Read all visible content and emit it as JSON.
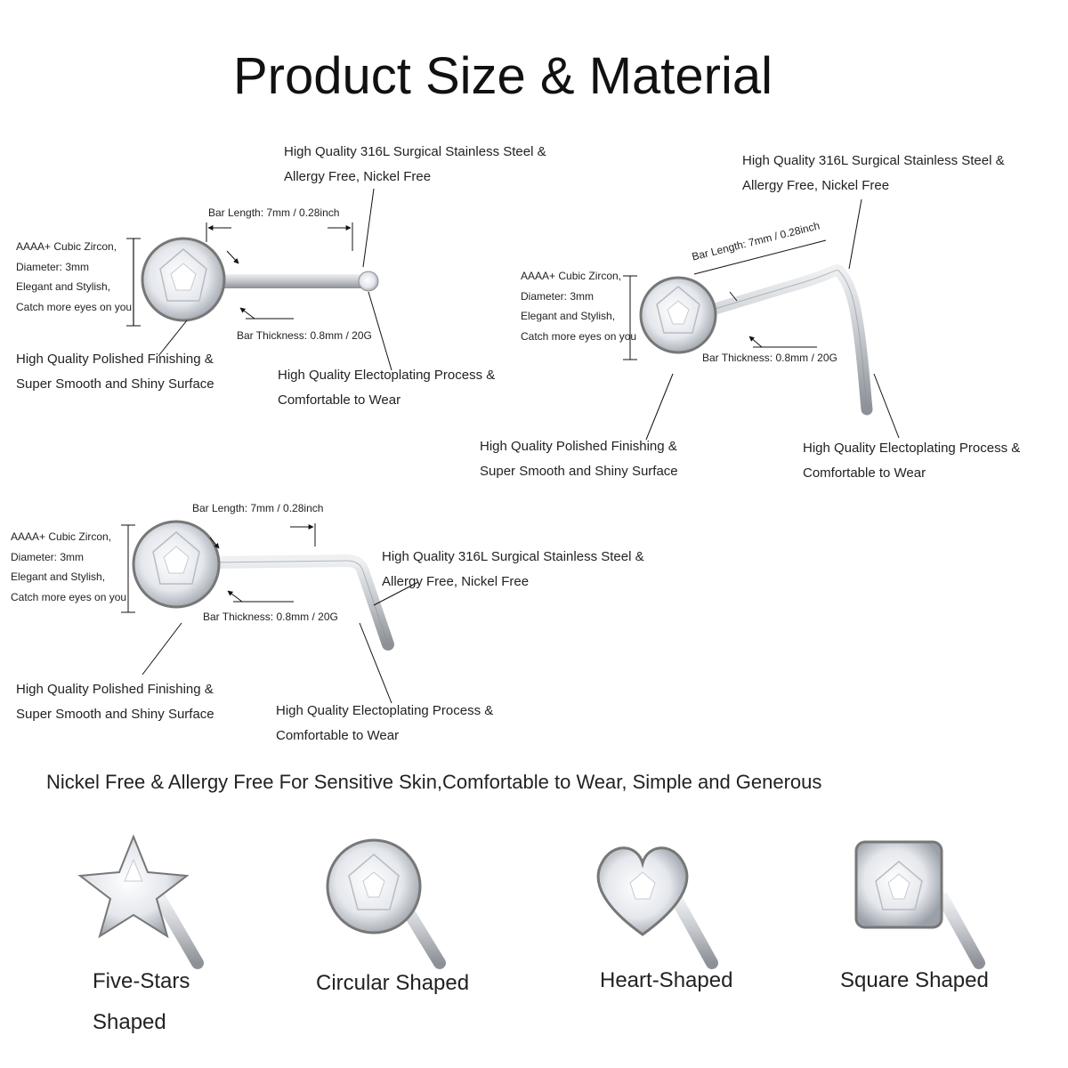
{
  "title": "Product Size & Material",
  "products": [
    {
      "zircon": "AAAA+ Cubic Zircon,\nDiameter: 3mm\nElegant and Stylish,\nCatch more eyes on you",
      "bar_length": "Bar Length: 7mm / 0.28inch",
      "bar_thickness": "Bar Thickness: 0.8mm / 20G",
      "steel": "High Quality 316L Surgical Stainless Steel &\nAllergy Free, Nickel Free",
      "finishing": "High Quality Polished Finishing &\nSuper Smooth and Shiny Surface",
      "plating": "High Quality Electoplating Process &\nComfortable to Wear"
    },
    {
      "zircon": "AAAA+ Cubic Zircon,\nDiameter: 3mm\nElegant and Stylish,\nCatch more eyes on you",
      "bar_length": "Bar Length: 7mm / 0.28inch",
      "bar_thickness": "Bar Thickness: 0.8mm / 20G",
      "steel": "High Quality 316L Surgical Stainless Steel &\nAllergy Free, Nickel Free",
      "finishing": "High Quality Polished Finishing &\nSuper Smooth and Shiny Surface",
      "plating": "High Quality Electoplating Process &\nComfortable to Wear"
    },
    {
      "zircon": "AAAA+ Cubic Zircon,\nDiameter: 3mm\nElegant and Stylish,\nCatch more eyes on you",
      "bar_length": "Bar Length: 7mm / 0.28inch",
      "bar_thickness": "Bar Thickness: 0.8mm / 20G",
      "steel": "High Quality 316L Surgical Stainless Steel &\nAllergy Free, Nickel Free",
      "finishing": "High Quality Polished Finishing &\nSuper Smooth and Shiny Surface",
      "plating": "High Quality Electoplating Process &\nComfortable to Wear"
    }
  ],
  "tagline": "Nickel Free & Allergy Free For Sensitive Skin,Comfortable to Wear, Simple and Generous",
  "shapes": [
    {
      "label": "Five-Stars\nShaped",
      "icon": "star-gem-icon"
    },
    {
      "label": "Circular Shaped",
      "icon": "round-gem-icon"
    },
    {
      "label": "Heart-Shaped",
      "icon": "heart-gem-icon"
    },
    {
      "label": "Square Shaped",
      "icon": "square-gem-icon"
    }
  ],
  "colors": {
    "metal": "#c9ccd1",
    "metal_dark": "#8d9197",
    "gem": "#f1f3f6",
    "text": "#222222"
  }
}
